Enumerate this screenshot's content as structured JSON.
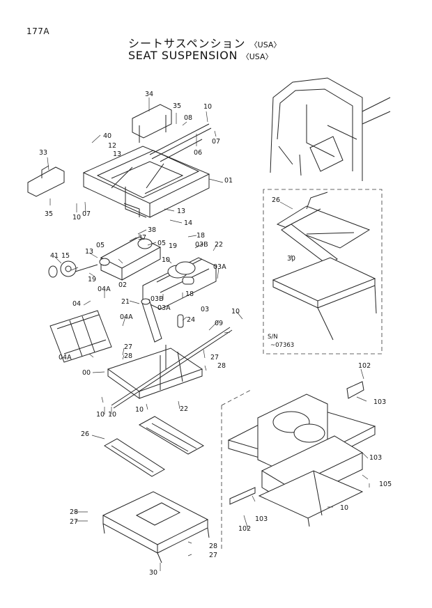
{
  "page": {
    "number": "177A",
    "title_jp": "シートサスペンション",
    "title_en": "SEAT SUSPENSION",
    "region": "〈USA〉"
  },
  "serial_note": {
    "line1": "S/N",
    "line2": "~07363"
  },
  "part_labels": [
    "34",
    "35",
    "10",
    "08",
    "07",
    "06",
    "40",
    "12",
    "13",
    "33",
    "01",
    "35",
    "10",
    "07",
    "13",
    "14",
    "38",
    "37",
    "05",
    "05",
    "18",
    "03B",
    "19",
    "22",
    "13",
    "41",
    "15",
    "19",
    "02",
    "10",
    "03A",
    "04A",
    "21",
    "03B",
    "18",
    "03",
    "03A",
    "04",
    "24",
    "10",
    "09",
    "04A",
    "27",
    "28",
    "04A",
    "27",
    "28",
    "00",
    "10",
    "10",
    "22",
    "26",
    "10",
    "28",
    "27",
    "28",
    "27",
    "30",
    "26",
    "30",
    "102",
    "103",
    "103",
    "105",
    "10",
    "103",
    "102"
  ]
}
